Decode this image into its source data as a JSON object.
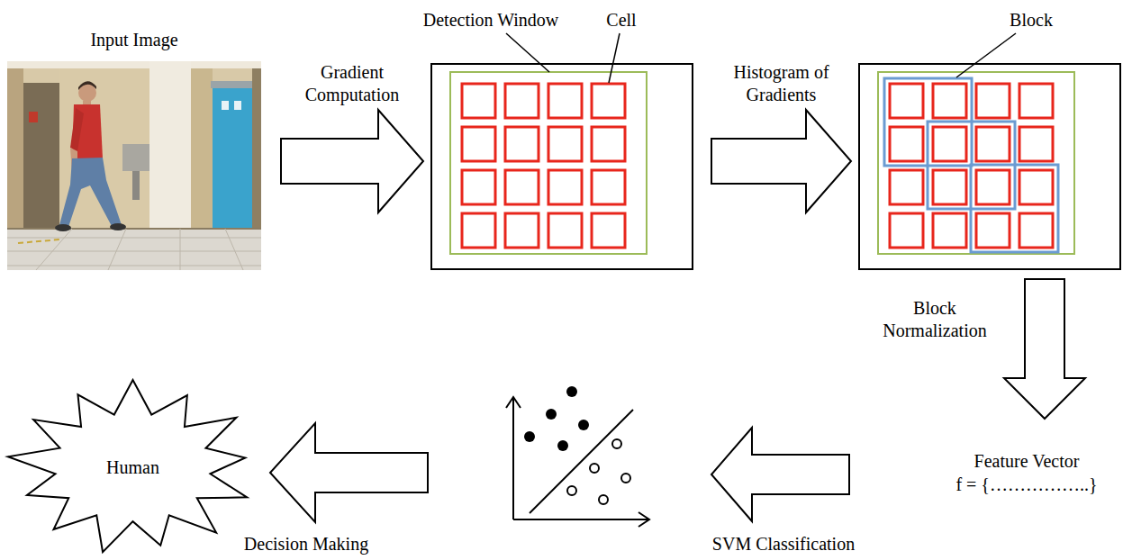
{
  "diagram": {
    "nodes": [
      {
        "text": [
          "Input Image"
        ]
      },
      {
        "text": [
          "Detection Window",
          "Cell"
        ]
      },
      {
        "text": [
          "Block"
        ]
      },
      {
        "text": [
          "Feature Vector",
          "f = {……………..}"
        ]
      },
      {
        "text": [
          "Human"
        ]
      }
    ],
    "edges": [
      {
        "from": 0,
        "to": 1,
        "arrow": "to",
        "label": "Gradient Computation"
      },
      {
        "from": 1,
        "to": 2,
        "arrow": "to",
        "label": "Histogram of Gradients"
      },
      {
        "from": 2,
        "to": 3,
        "arrow": "to",
        "label": "Block Normalization"
      }
    ],
    "labels": [
      "SVM Classification",
      "Decision Making"
    ]
  }
}
